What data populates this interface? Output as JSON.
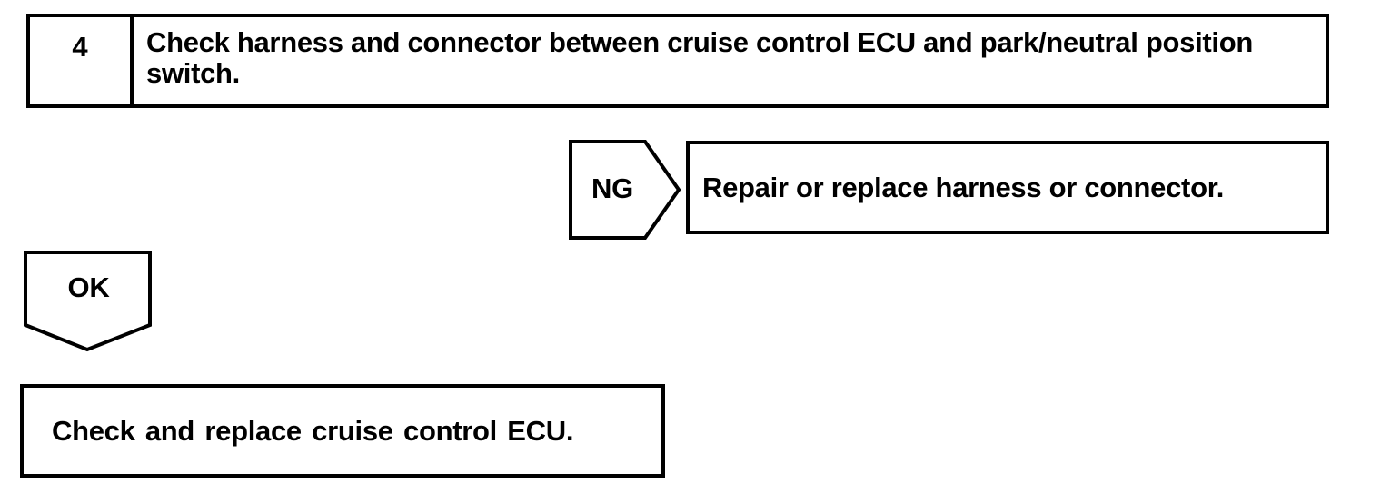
{
  "page": {
    "background": "#ffffff",
    "line_color": "#000000"
  },
  "flowchart": {
    "step_box": {
      "number": "4",
      "instruction": "Check harness and connector between cruise control ECU and park/neutral position switch."
    },
    "ng_branch": {
      "label": "NG",
      "result": "Repair or replace harness or connector."
    },
    "ok_branch": {
      "label": "OK",
      "result": "Check and replace cruise control ECU."
    }
  }
}
